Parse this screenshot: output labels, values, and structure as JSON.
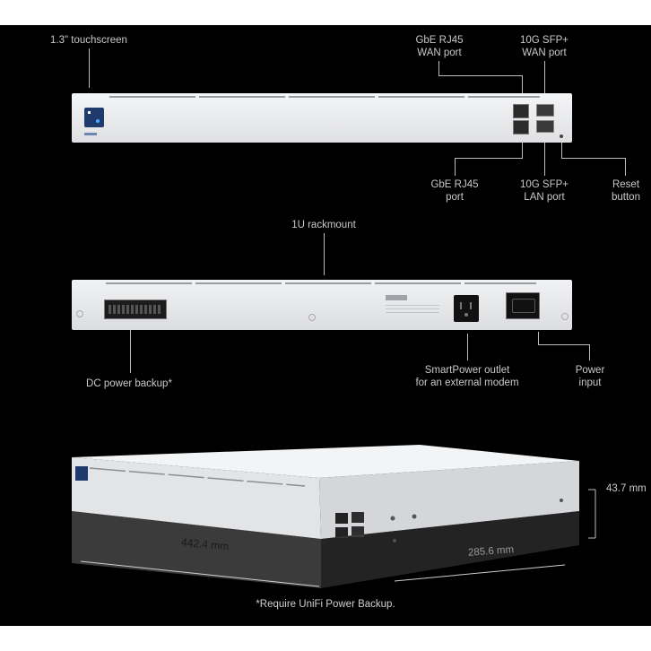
{
  "front": {
    "touchscreen": "1.3\" touchscreen",
    "wan_rj45": [
      "GbE RJ45",
      "WAN port"
    ],
    "wan_sfp": [
      "10G SFP+",
      "WAN port"
    ],
    "lan_rj45": [
      "GbE RJ45",
      "port"
    ],
    "lan_sfp": [
      "10G SFP+",
      "LAN port"
    ],
    "reset": [
      "Reset",
      "button"
    ]
  },
  "rear": {
    "rackmount": "1U rackmount",
    "dc_backup": "DC power backup*",
    "smartpower": [
      "SmartPower outlet",
      "for an external modem"
    ],
    "power_input": [
      "Power",
      "input"
    ]
  },
  "dimensions": {
    "height": "43.7 mm",
    "width": "442.4 mm",
    "depth": "285.6 mm"
  },
  "footnote": "*Require UniFi Power Backup.",
  "colors": {
    "background": "#000000",
    "chassis": "#e9eaec",
    "label": "#c9c9c9"
  }
}
